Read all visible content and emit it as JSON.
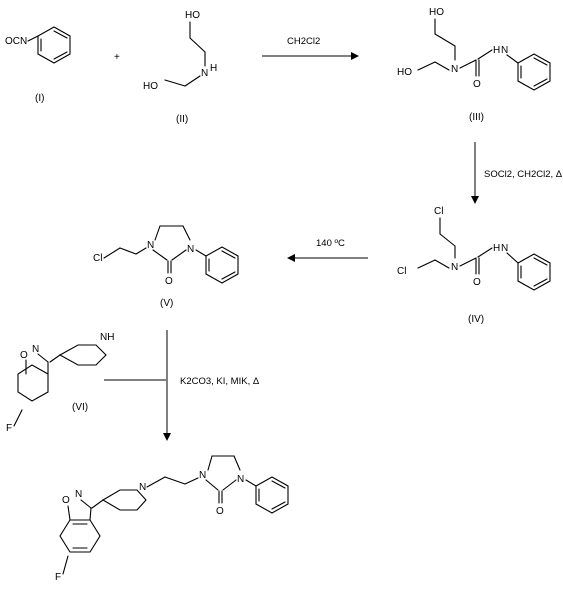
{
  "compounds": {
    "c1": {
      "label": "(I)",
      "group": "OCN"
    },
    "c2": {
      "label": "(II)",
      "oh_top": "HO",
      "oh_left": "HO",
      "nh": "H",
      "n": "N"
    },
    "c3": {
      "label": "(III)",
      "oh_top": "HO",
      "oh_left": "HO",
      "n": "N",
      "o": "O",
      "nh": "H",
      "n2": "N"
    },
    "c4": {
      "label": "(IV)",
      "cl_top": "Cl",
      "cl_left": "Cl",
      "n": "N",
      "o": "O",
      "nh": "H",
      "n2": "N"
    },
    "c5": {
      "label": "(V)",
      "cl": "Cl",
      "n1": "N",
      "n2": "N",
      "o": "O"
    },
    "c6": {
      "label": "(VI)",
      "nh": "NH",
      "n": "N",
      "o": "O",
      "f": "F"
    },
    "product": {
      "n_pip": "N",
      "n1": "N",
      "n2": "N",
      "o": "O",
      "n_iso": "N",
      "o_iso": "O",
      "f": "F"
    }
  },
  "plus": "+",
  "conditions": {
    "step1": "CH2Cl2",
    "step2": "SOCl2, CH2Cl2, Δ",
    "step3": "140 ºC",
    "step4": "K2CO3, KI, MIK, Δ"
  }
}
